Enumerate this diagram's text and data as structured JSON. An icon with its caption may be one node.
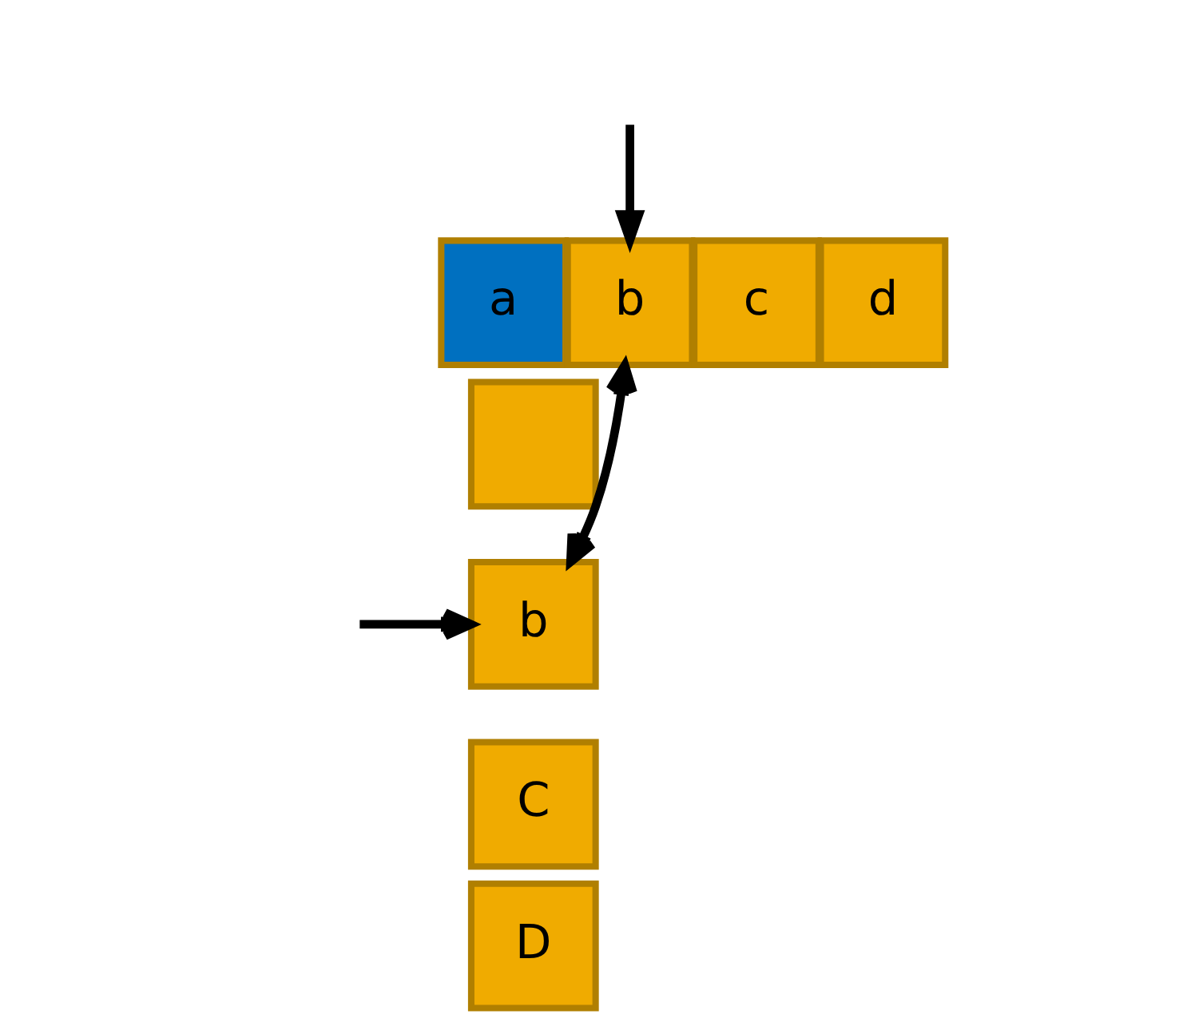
{
  "diagram": {
    "nodes": [
      {
        "text": [
          "a"
        ]
      },
      {
        "text": [
          "b"
        ]
      },
      {
        "text": [
          "c"
        ]
      },
      {
        "text": [
          "d"
        ]
      },
      {
        "text": [],
        "shape": "box"
      },
      {
        "text": [
          "b"
        ]
      },
      {
        "text": [
          "C"
        ]
      },
      {
        "text": [
          "D"
        ]
      }
    ],
    "edges": [
      {
        "from": null,
        "to": 1,
        "arrow": "to"
      },
      {
        "from": 1,
        "to": 5,
        "arrow": "both"
      },
      {
        "from": null,
        "to": 5,
        "arrow": "to"
      }
    ]
  }
}
